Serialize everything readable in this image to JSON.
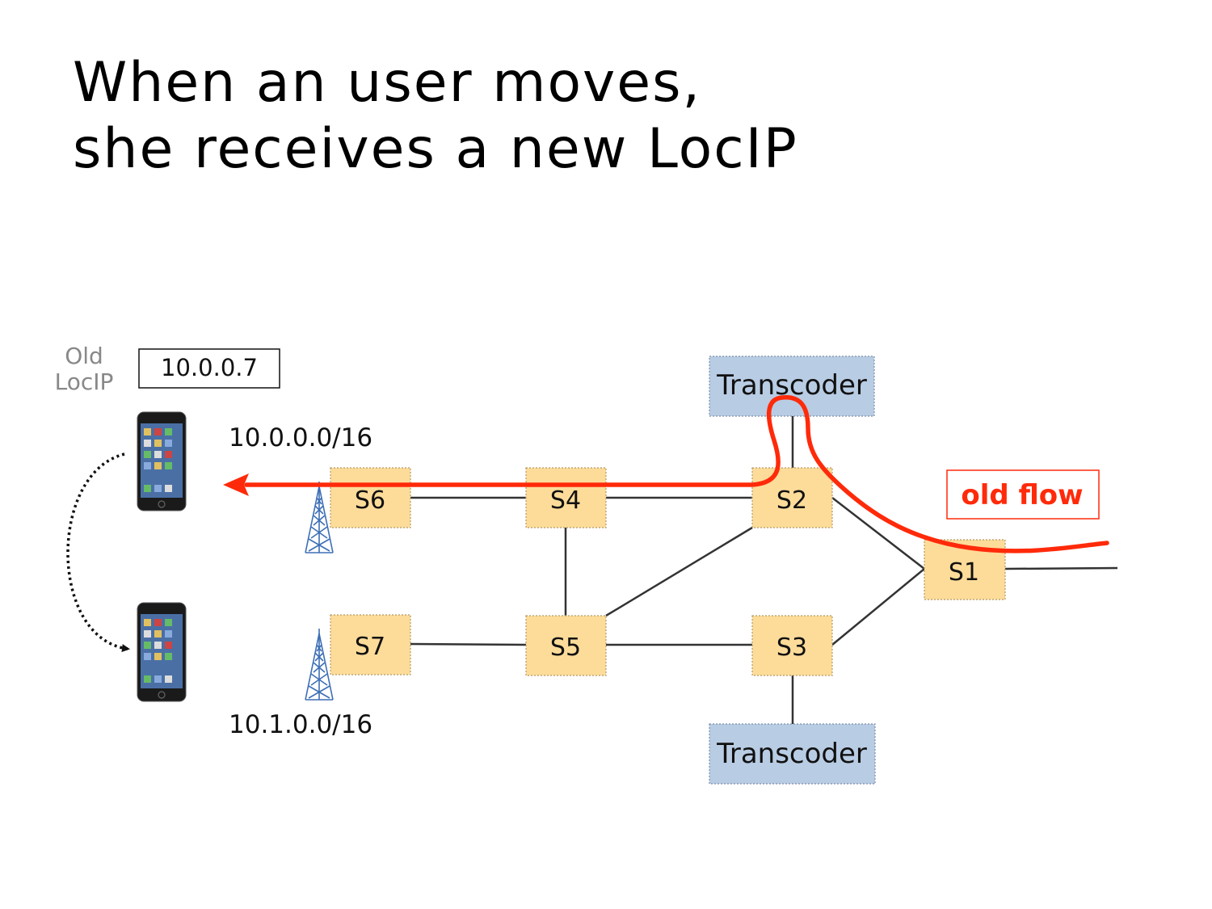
{
  "title": {
    "line1": "When an user moves,",
    "line2": "she receives a new LocIP"
  },
  "old_locip": {
    "label_line1": "Old",
    "label_line2": "LocIP",
    "value": "10.0.0.7"
  },
  "subnets": {
    "top": "10.0.0.0/16",
    "bottom": "10.1.0.0/16"
  },
  "switches": {
    "s1": "S1",
    "s2": "S2",
    "s3": "S3",
    "s4": "S4",
    "s5": "S5",
    "s6": "S6",
    "s7": "S7"
  },
  "transcoders": {
    "top": "Transcoder",
    "bottom": "Transcoder"
  },
  "flow_label": "old flow",
  "colors": {
    "switch_fill": "#fddc9a",
    "transcoder_fill": "#b8cce4",
    "flow": "#ff2a0a",
    "link": "#333333",
    "tower": "#3d6fb6",
    "muted_text": "#888888"
  },
  "icons": {
    "phone": "smartphone-icon",
    "tower": "cell-tower-icon"
  }
}
